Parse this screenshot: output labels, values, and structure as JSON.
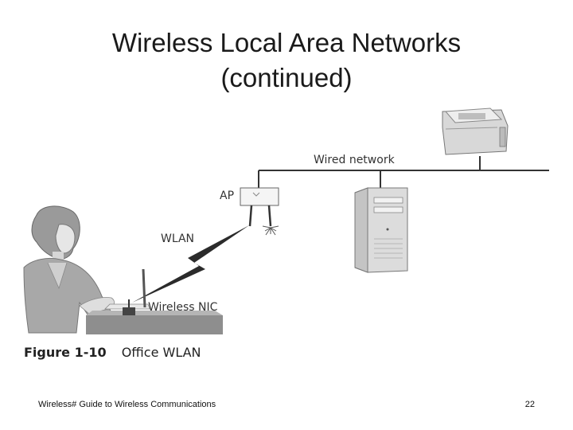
{
  "slide": {
    "title_line1": "Wireless Local Area Networks",
    "title_line2": "(continued)"
  },
  "figure": {
    "labels": {
      "wired_network": "Wired network",
      "ap": "AP",
      "wlan": "WLAN",
      "wireless_nic": "Wireless NIC"
    },
    "caption_number": "Figure 1-10",
    "caption_text": "Office WLAN"
  },
  "footer": {
    "left": "Wireless# Guide to Wireless Communications",
    "page_number": "22"
  }
}
